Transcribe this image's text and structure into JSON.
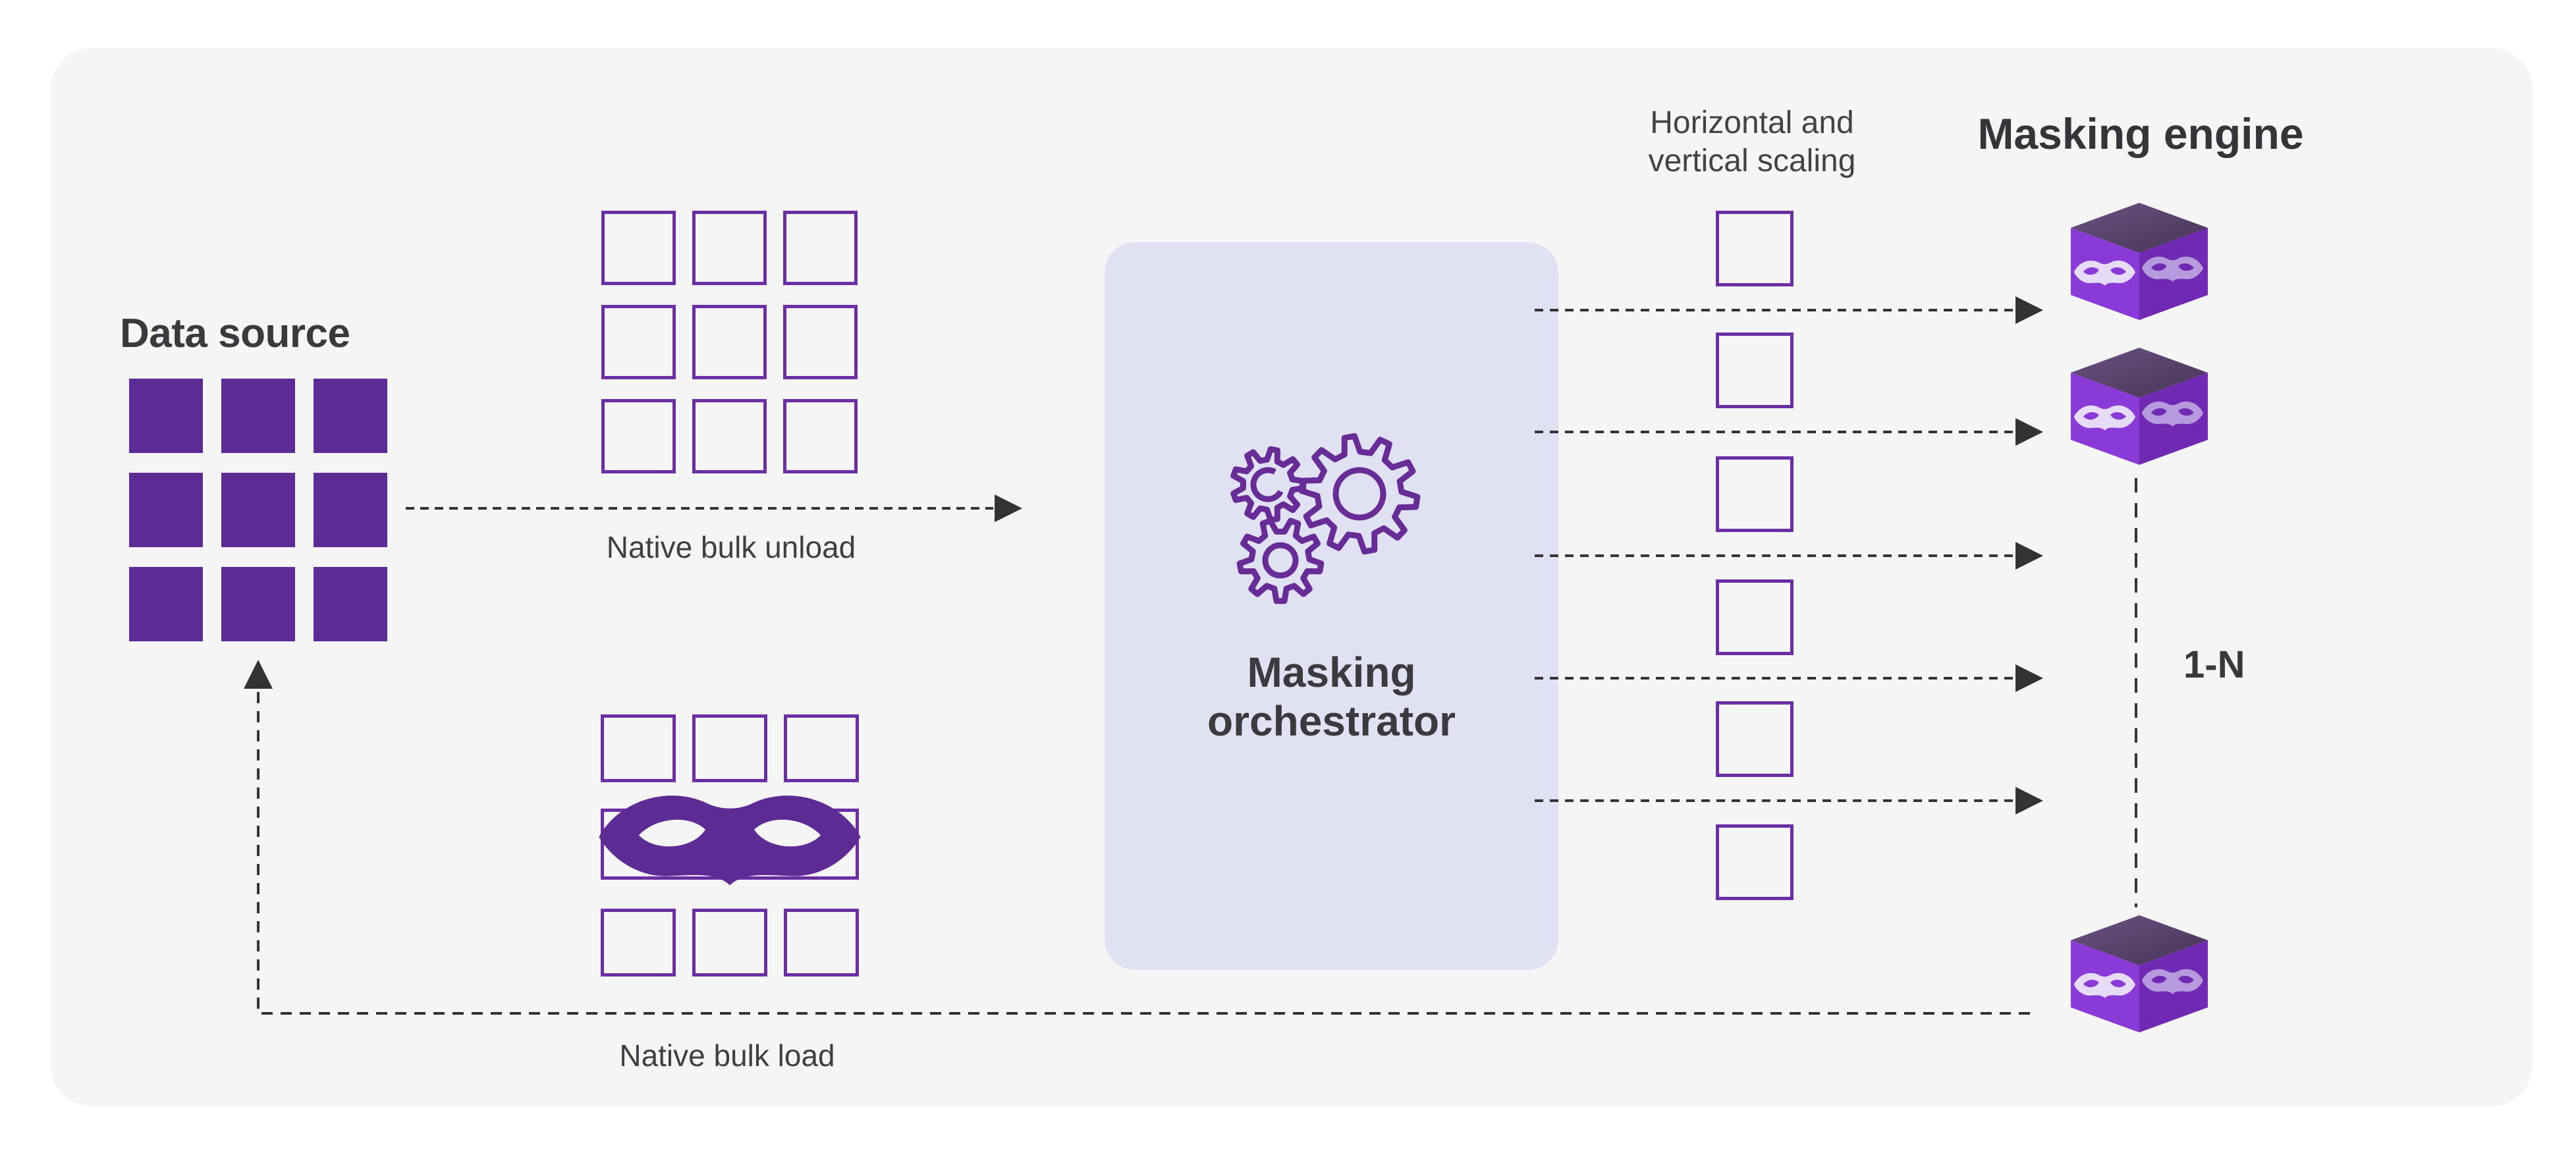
{
  "data_source": {
    "title": "Data source"
  },
  "flows": {
    "unload_label": "Native bulk unload",
    "load_label": "Native bulk load"
  },
  "orchestrator": {
    "title_lines": [
      "Masking",
      "orchestrator"
    ]
  },
  "scaling": {
    "label_lines": [
      "Horizontal and",
      "vertical scaling"
    ]
  },
  "masking_engine": {
    "title": "Masking engine",
    "range_label": "1-N"
  },
  "icons": {
    "gears": "gears-icon",
    "mask": "mask-icon",
    "cube": "masking-engine-cube-icon",
    "filled_grid": "data-source-grid-icon",
    "outlined_grid": "table-grid-icon"
  },
  "colors": {
    "card_bg": "#f5f5f6",
    "purple_fill": "#5c2b94",
    "purple_outline": "#6c2ea3",
    "gear_stroke": "#682c96",
    "orchestrator_box_bg": "#e0e2f4",
    "arrow": "#333336",
    "cube_top": "#53405f",
    "cube_left": "#8a3ad6",
    "cube_right": "#7029b2",
    "cube_mask_light": "#e7dcf8",
    "cube_mask_muted": "#b79ade",
    "heading_text": "#3a3a3e",
    "label_text": "#3f3f43"
  }
}
